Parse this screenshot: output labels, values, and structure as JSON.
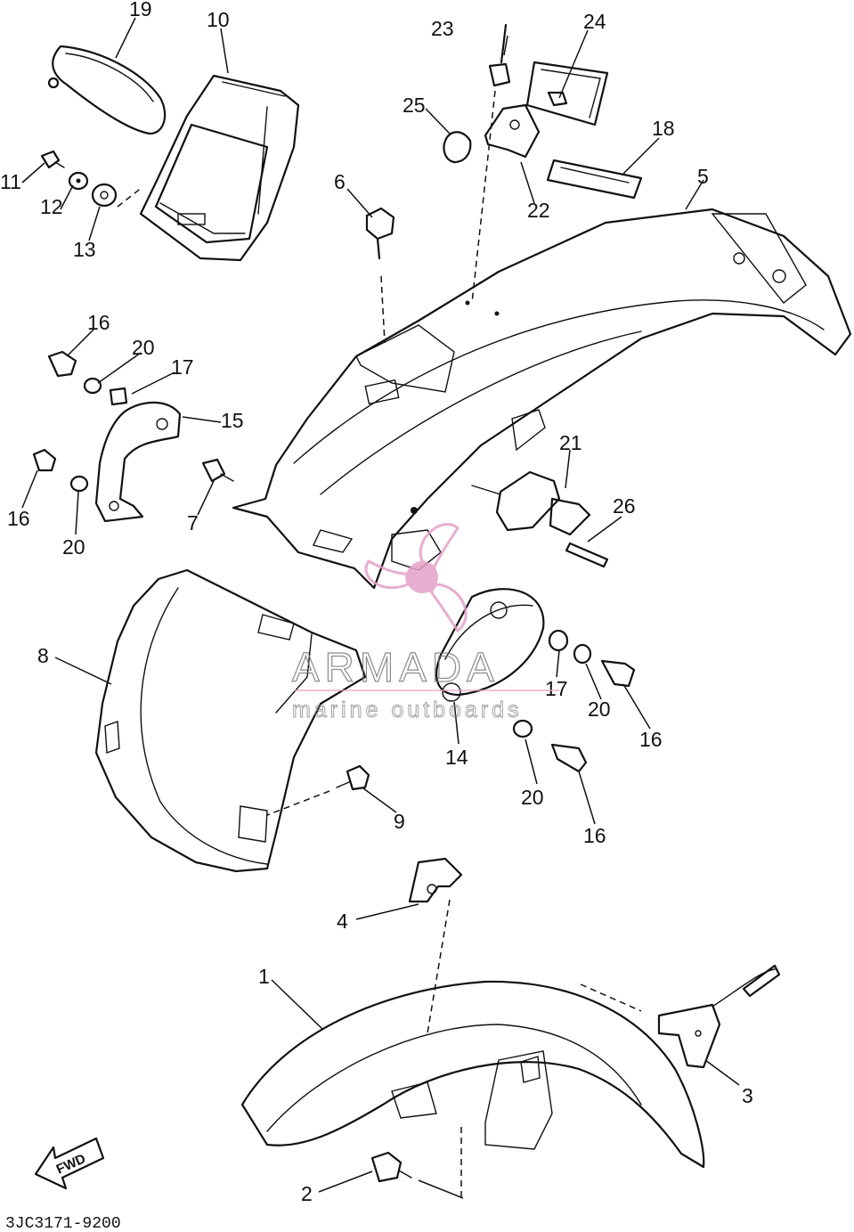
{
  "diagram": {
    "drawing_code": "3JC3171-9200",
    "direction_label": "FWD",
    "watermark": {
      "brand": "ARMADA",
      "tagline": "marine outboards",
      "color": "#e3a0c8"
    },
    "callouts": [
      "1",
      "2",
      "3",
      "4",
      "5",
      "6",
      "7",
      "8",
      "9",
      "10",
      "11",
      "12",
      "13",
      "14",
      "15",
      "16",
      "16",
      "16",
      "16",
      "17",
      "17",
      "18",
      "19",
      "20",
      "20",
      "20",
      "20",
      "21",
      "22",
      "23",
      "24",
      "25",
      "26"
    ]
  }
}
